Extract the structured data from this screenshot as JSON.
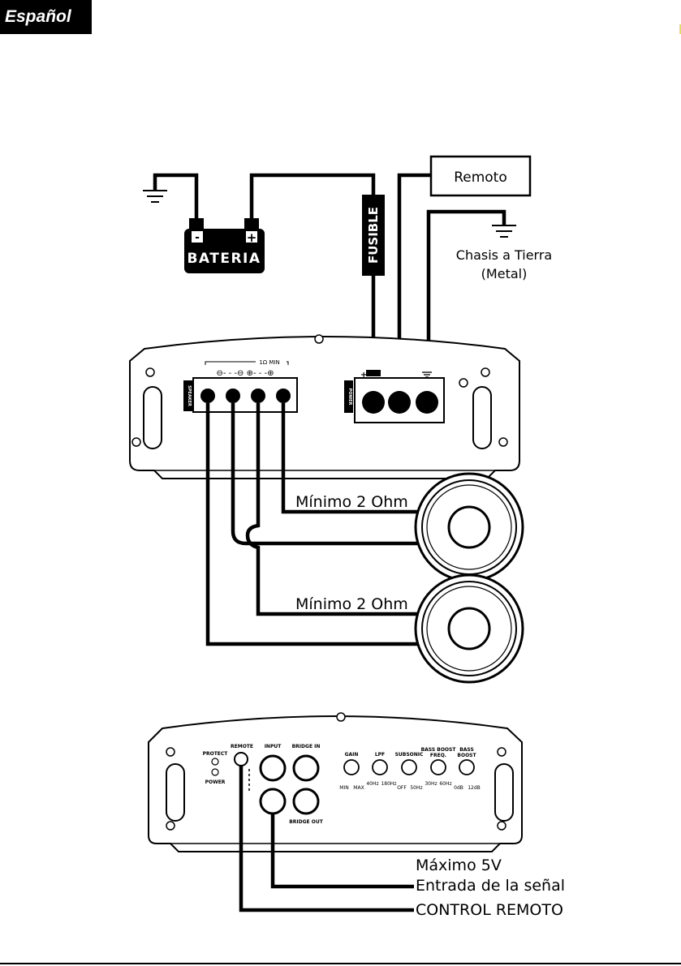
{
  "page": {
    "language_tab": "Español"
  },
  "top_diagram": {
    "battery_label": "BATERIA",
    "battery_neg": "-",
    "battery_pos": "+",
    "fuse_label": "FUSIBLE",
    "remote_box": "Remoto",
    "chassis_label_1": "Chasis a Tierra",
    "chassis_label_2": "(Metal)",
    "speaker_min_load": "1Ω MIN",
    "speaker_terminal_title": "SPEAKER",
    "power_terminal_title": "POWER",
    "power_plus": "+",
    "speaker_label_1": "Mínimo 2 Ohm",
    "speaker_label_2": "Mínimo 2 Ohm"
  },
  "bottom_diagram": {
    "protect": "PROTECT",
    "power": "POWER",
    "remote": "REMOTE",
    "input": "INPUT",
    "bridge_in": "BRIDGE IN",
    "bridge_out": "BRIDGE OUT",
    "gain": "GAIN",
    "gain_min": "MIN",
    "gain_max": "MAX",
    "lpf": "LPF",
    "lpf_min": "40Hz",
    "lpf_max": "180Hz",
    "subsonic": "SUBSONIC",
    "subsonic_min": "OFF",
    "subsonic_max": "50Hz",
    "bass_boost_freq_1": "BASS BOOST",
    "bass_boost_freq_2": "FREQ.",
    "bbf_min": "30Hz",
    "bbf_max": "60Hz",
    "bass_boost_1": "BASS",
    "bass_boost_2": "BOOST",
    "bb_min": "0dB",
    "bb_max": "12dB",
    "label_max_voltage": "Máximo 5V",
    "label_signal_input": "Entrada de la señal",
    "label_remote_control": "CONTROL REMOTO"
  }
}
